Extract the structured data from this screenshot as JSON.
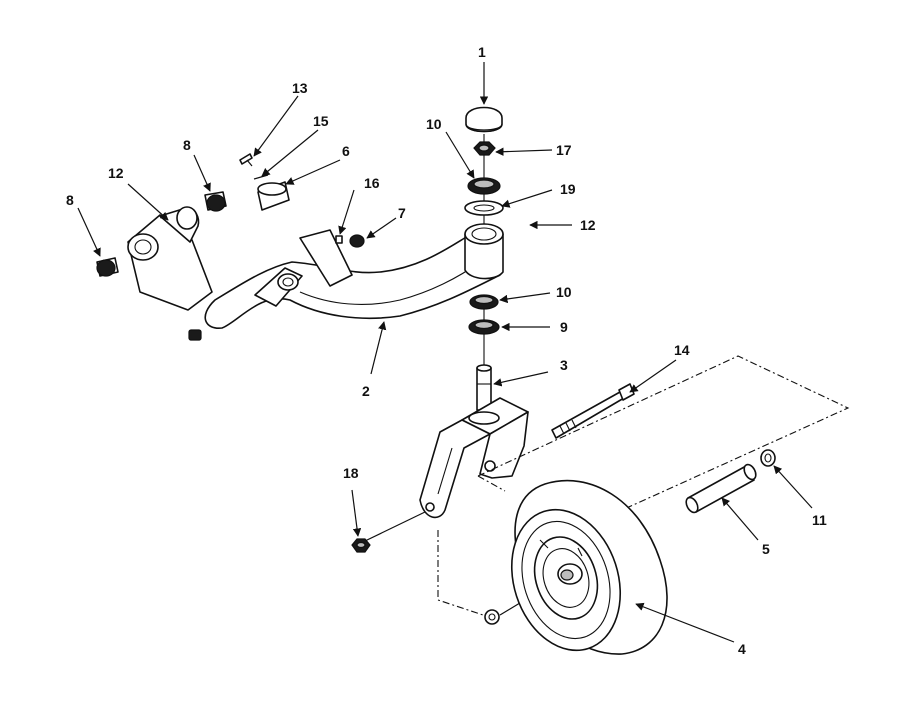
{
  "callouts": {
    "c1": "1",
    "c2": "2",
    "c3": "3",
    "c4": "4",
    "c5": "5",
    "c6": "6",
    "c7": "7",
    "c8_left": "8",
    "c8_top": "8",
    "c9": "9",
    "c10_top": "10",
    "c10_mid": "10",
    "c11": "11",
    "c12_left": "12",
    "c12_right": "12",
    "c13": "13",
    "c14": "14",
    "c15": "15",
    "c16": "16",
    "c17": "17",
    "c18": "18",
    "c19": "19"
  }
}
